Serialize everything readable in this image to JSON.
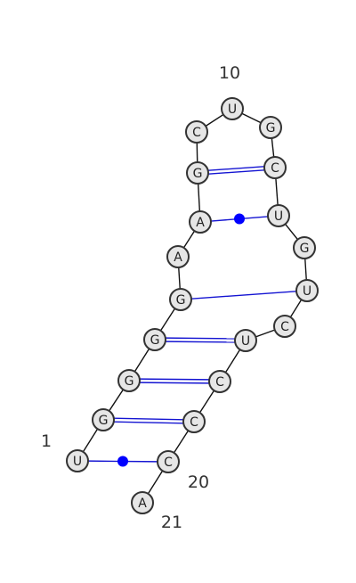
{
  "structure": {
    "sequence": [
      "U",
      "G",
      "G",
      "G",
      "G",
      "A",
      "A",
      "G",
      "C",
      "U",
      "G",
      "C",
      "U",
      "G",
      "U",
      "C",
      "U",
      "C",
      "C",
      "C",
      "A"
    ],
    "pairs": [
      {
        "i": 1,
        "j": 20,
        "type": "noncanonical"
      },
      {
        "i": 2,
        "j": 19,
        "type": "canonical"
      },
      {
        "i": 3,
        "j": 18,
        "type": "canonical"
      },
      {
        "i": 4,
        "j": 17,
        "type": "canonical"
      },
      {
        "i": 5,
        "j": 15,
        "type": "single"
      },
      {
        "i": 7,
        "j": 13,
        "type": "noncanonical"
      },
      {
        "i": 8,
        "j": 12,
        "type": "canonical"
      }
    ]
  },
  "labels": [
    {
      "nucleotide": 1,
      "text": "1"
    },
    {
      "nucleotide": 10,
      "text": "10"
    },
    {
      "nucleotide": 20,
      "text": "20"
    },
    {
      "nucleotide": 21,
      "text": "21"
    }
  ],
  "colors": {
    "pair_line": "#1414d2",
    "pair_dot": "#0000ff",
    "circle_fill": "#e6e6e6",
    "circle_stroke": "#333333",
    "backbone": "#111111"
  }
}
